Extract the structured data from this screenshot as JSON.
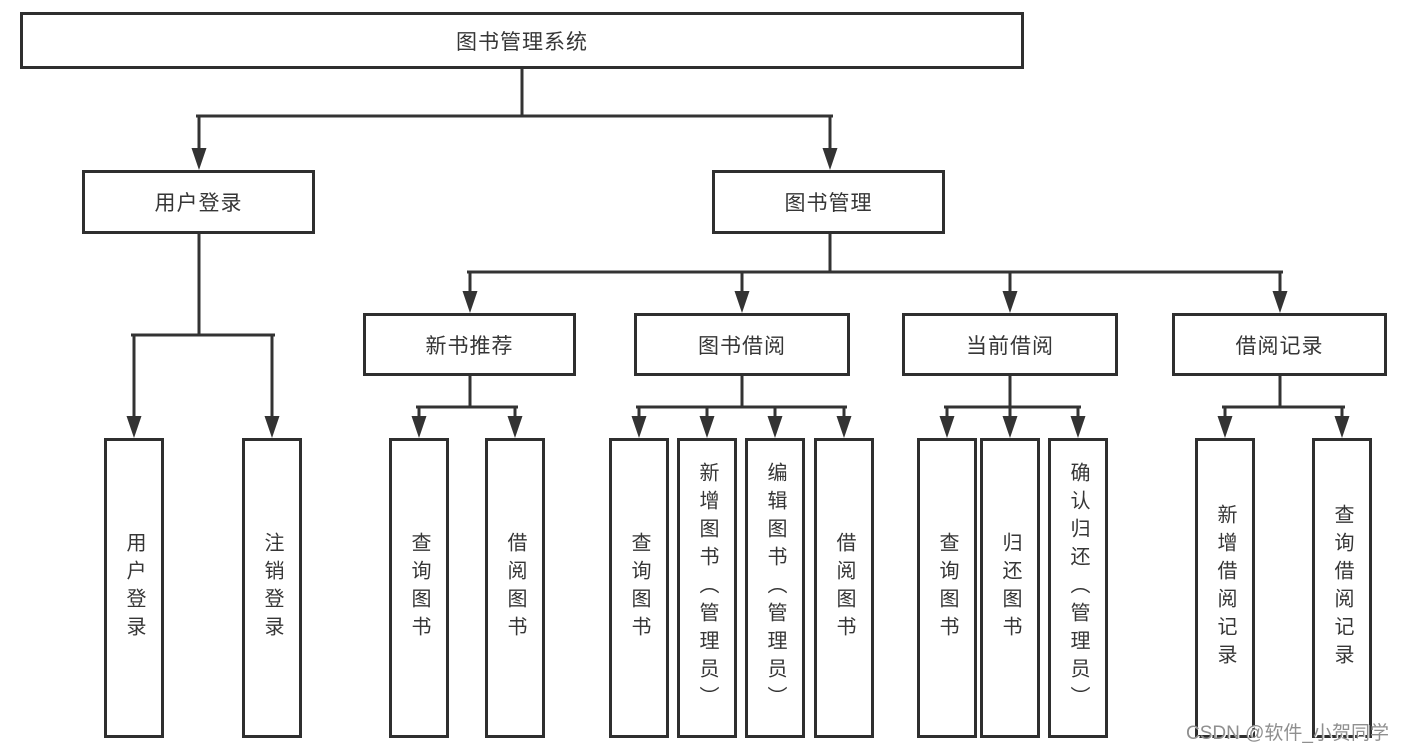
{
  "colors": {
    "line": "#333333",
    "box_border": "#2f2f2f",
    "text": "#363636",
    "watermark_text_color": "#8f8f8f",
    "background": "#ffffff"
  },
  "watermark": {
    "text": "CSDN @软件_小贺同学"
  },
  "tree": {
    "root": {
      "label": "图书管理系统",
      "children": [
        {
          "label": "用户登录",
          "children": [
            {
              "label": "用户登录"
            },
            {
              "label": "注销登录"
            }
          ]
        },
        {
          "label": "图书管理",
          "children": [
            {
              "label": "新书推荐",
              "children": [
                {
                  "label": "查询图书"
                },
                {
                  "label": "借阅图书"
                }
              ]
            },
            {
              "label": "图书借阅",
              "children": [
                {
                  "label": "查询图书"
                },
                {
                  "label": "新增图书（管理员）"
                },
                {
                  "label": "编辑图书（管理员）"
                },
                {
                  "label": "借阅图书"
                }
              ]
            },
            {
              "label": "当前借阅",
              "children": [
                {
                  "label": "查询图书"
                },
                {
                  "label": "归还图书"
                },
                {
                  "label": "确认归还（管理员）"
                }
              ]
            },
            {
              "label": "借阅记录",
              "children": [
                {
                  "label": "新增借阅记录"
                },
                {
                  "label": "查询借阅记录"
                }
              ]
            }
          ]
        }
      ]
    }
  }
}
